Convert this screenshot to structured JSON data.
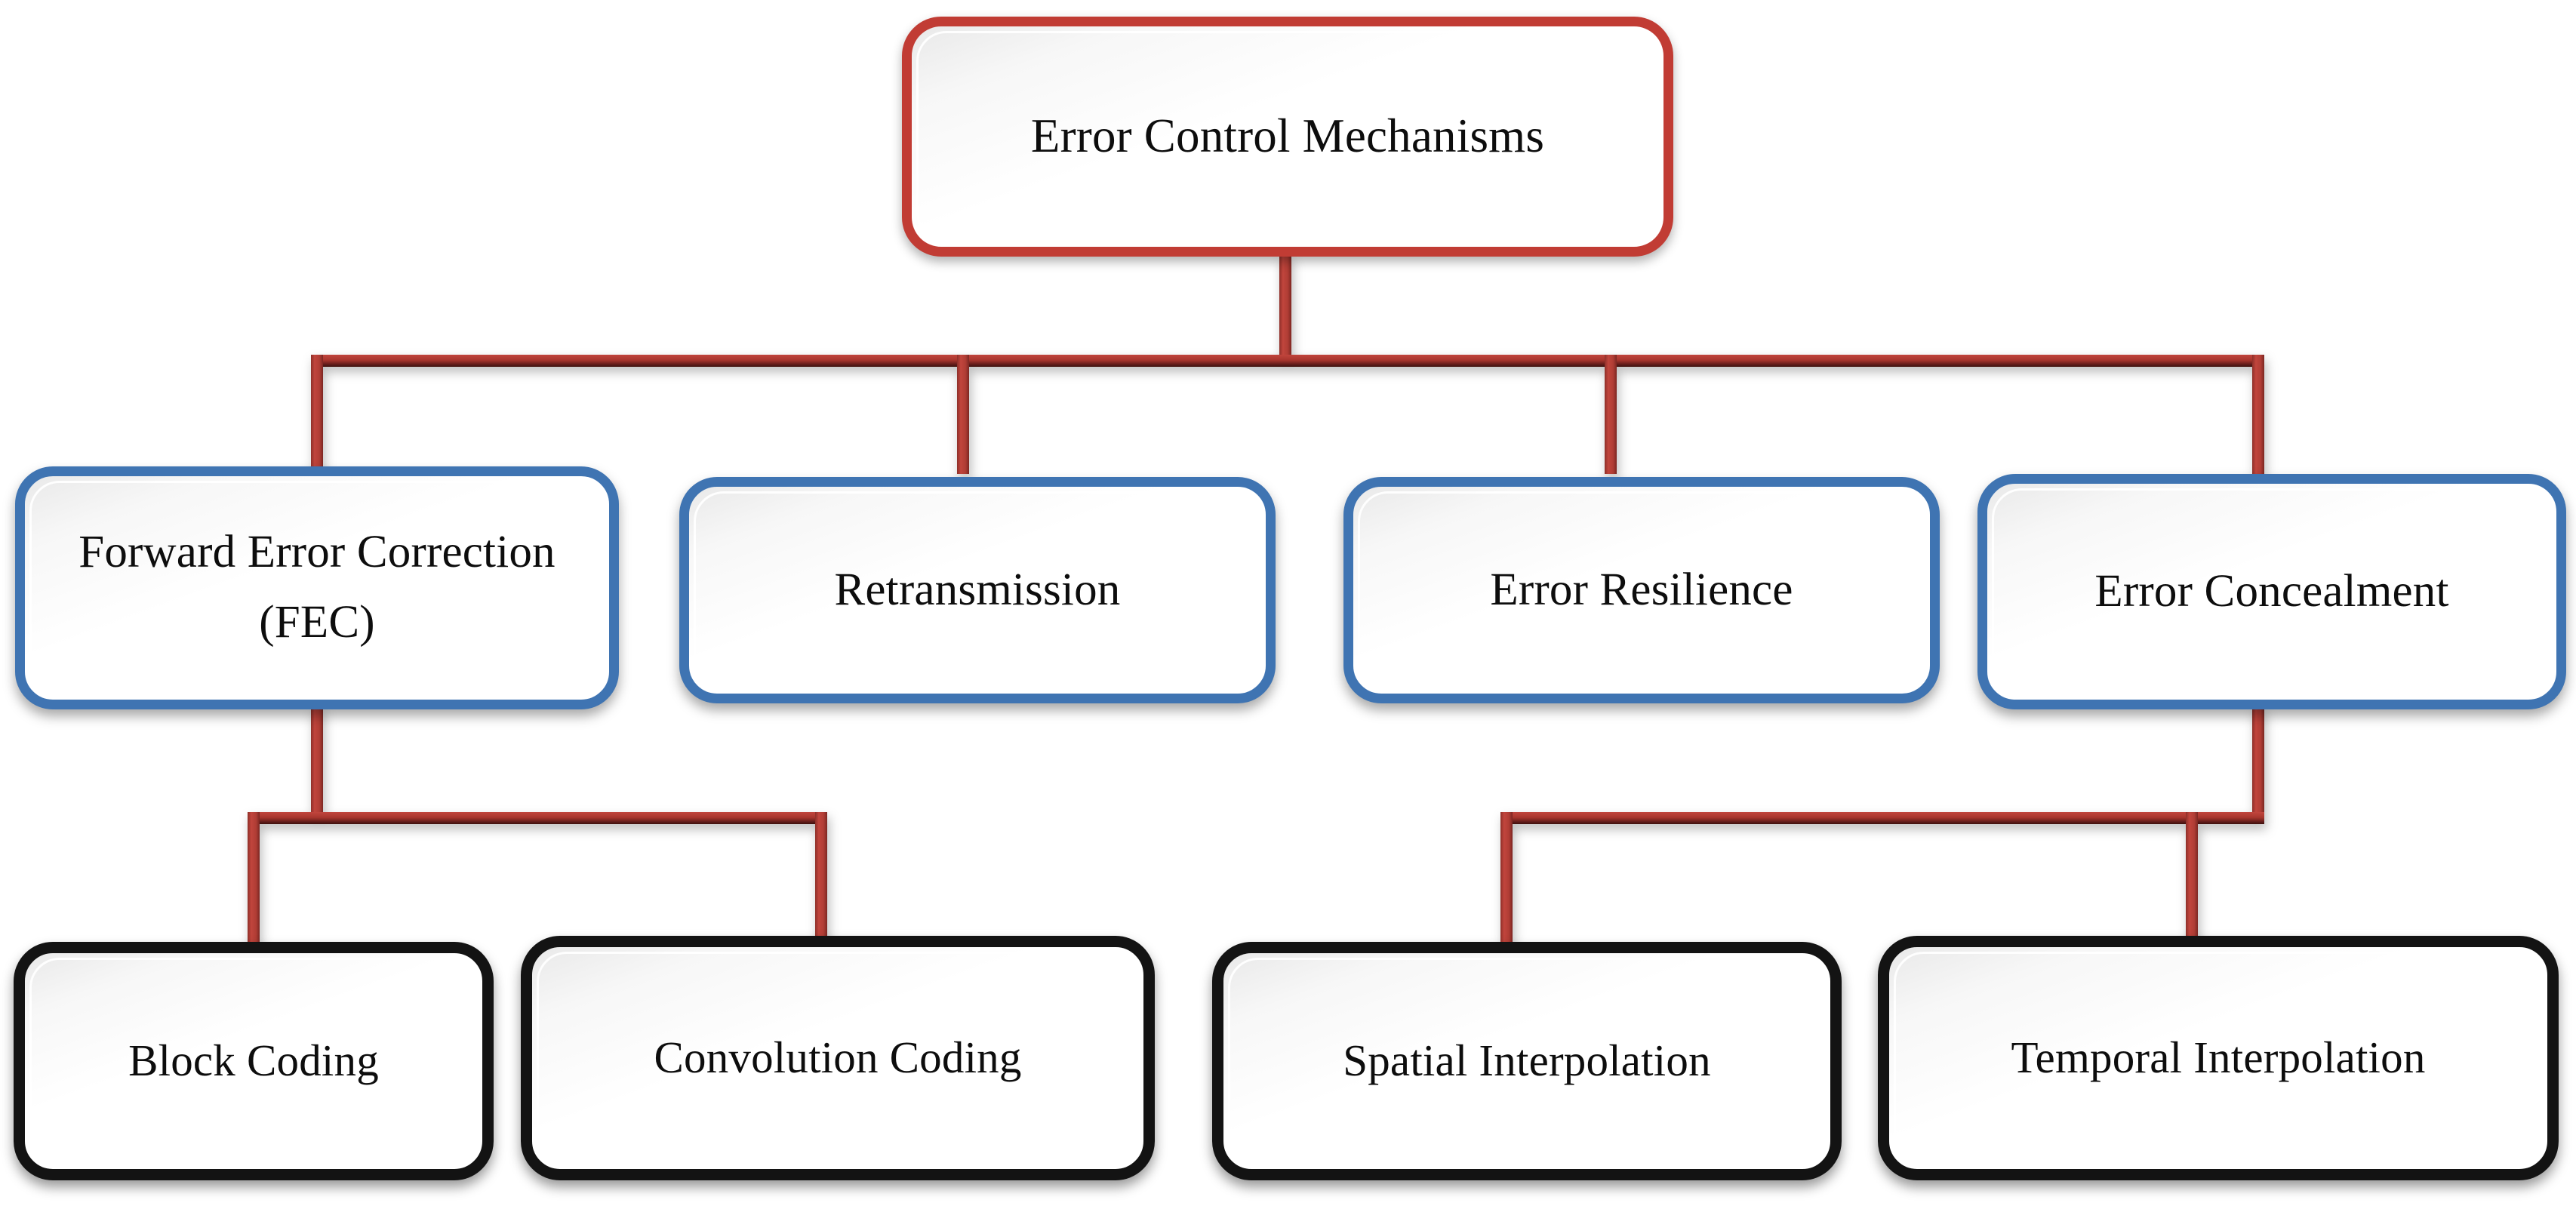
{
  "diagram": {
    "title": "Error Control Mechanisms",
    "type": "hierarchy-tree",
    "levels": 3,
    "colors": {
      "root_border": "#c13c34",
      "level2_border": "#3f74b2",
      "level3_border": "#131313",
      "connector": "#a83a33",
      "connector_shadow": "#4a1614",
      "node_fill": "#ffffff",
      "text": "#0d0d0d",
      "background": "#ffffff"
    },
    "root": {
      "id": "error-control-mechanisms",
      "label": "Error Control Mechanisms"
    },
    "level2": [
      {
        "id": "forward-error-correction",
        "label": "Forward Error Correction (FEC)"
      },
      {
        "id": "retransmission",
        "label": "Retransmission"
      },
      {
        "id": "error-resilience",
        "label": "Error Resilience"
      },
      {
        "id": "error-concealment",
        "label": "Error Concealment"
      }
    ],
    "level3": [
      {
        "id": "block-coding",
        "label": "Block Coding",
        "parent": "forward-error-correction"
      },
      {
        "id": "convolution-coding",
        "label": "Convolution Coding",
        "parent": "forward-error-correction"
      },
      {
        "id": "spatial-interpolation",
        "label": "Spatial Interpolation",
        "parent": "error-concealment"
      },
      {
        "id": "temporal-interpolation",
        "label": "Temporal Interpolation",
        "parent": "error-concealment"
      }
    ],
    "edges": [
      {
        "from": "error-control-mechanisms",
        "to": "forward-error-correction"
      },
      {
        "from": "error-control-mechanisms",
        "to": "retransmission"
      },
      {
        "from": "error-control-mechanisms",
        "to": "error-resilience"
      },
      {
        "from": "error-control-mechanisms",
        "to": "error-concealment"
      },
      {
        "from": "forward-error-correction",
        "to": "block-coding"
      },
      {
        "from": "forward-error-correction",
        "to": "convolution-coding"
      },
      {
        "from": "error-concealment",
        "to": "spatial-interpolation"
      },
      {
        "from": "error-concealment",
        "to": "temporal-interpolation"
      }
    ]
  }
}
